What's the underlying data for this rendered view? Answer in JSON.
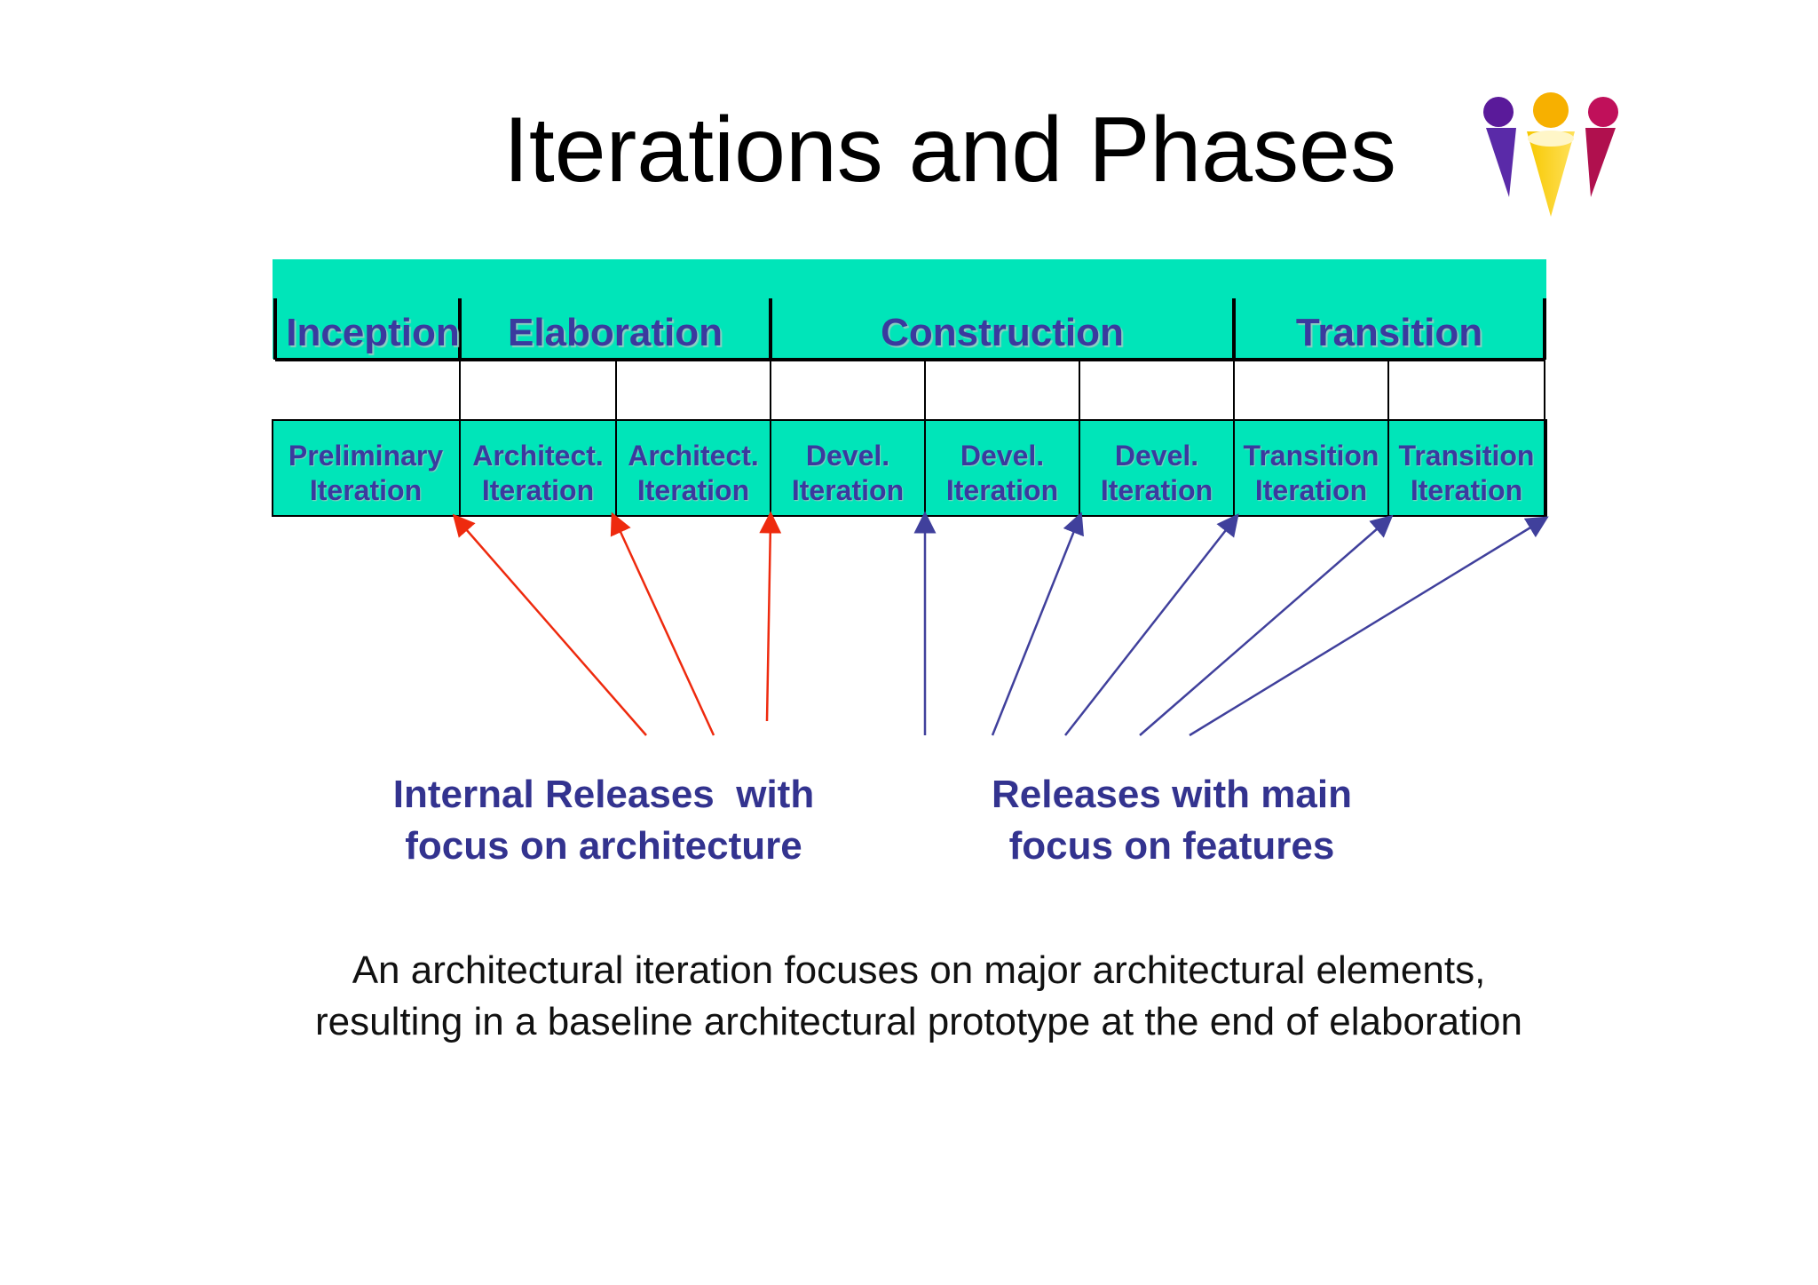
{
  "title": "Iterations and Phases",
  "logo": "three-people-figures-logo",
  "colors": {
    "band": "#00e5b9",
    "label_text": "#3a3a9e",
    "arch_arrow": "#ee2a0e",
    "feature_arrow": "#40409c"
  },
  "phases": [
    {
      "label": "Inception"
    },
    {
      "label": "Elaboration"
    },
    {
      "label": "Construction"
    },
    {
      "label": "Transition"
    }
  ],
  "iterations": [
    {
      "line1": "Preliminary",
      "line2": "Iteration"
    },
    {
      "line1": "Architect.",
      "line2": "Iteration"
    },
    {
      "line1": "Architect.",
      "line2": "Iteration"
    },
    {
      "line1": "Devel.",
      "line2": "Iteration"
    },
    {
      "line1": "Devel.",
      "line2": "Iteration"
    },
    {
      "line1": "Devel.",
      "line2": "Iteration"
    },
    {
      "line1": "Transition",
      "line2": "Iteration"
    },
    {
      "line1": "Transition",
      "line2": "Iteration"
    }
  ],
  "releases": {
    "architecture": {
      "line1": "Internal Releases  with",
      "line2": "focus on architecture"
    },
    "features": {
      "line1": "Releases with main",
      "line2": "focus on features"
    }
  },
  "caption": {
    "line1": "An architectural iteration focuses on major architectural elements,",
    "line2": "resulting in a baseline architectural prototype at the end of elaboration"
  }
}
